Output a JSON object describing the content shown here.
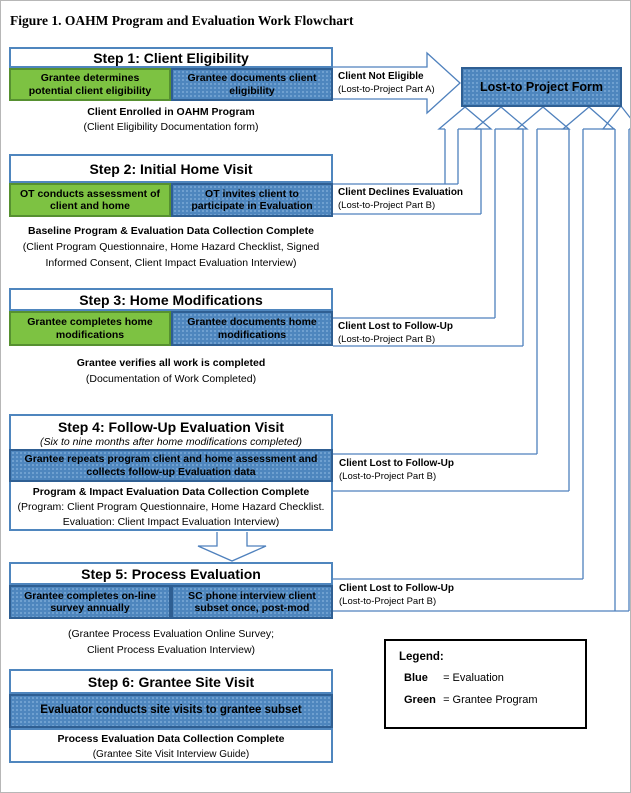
{
  "title": "Figure 1. OAHM Program and Evaluation Work Flowchart",
  "colors": {
    "blue_fill": "#4e86be",
    "blue_dot": "#7aa9d6",
    "blue_border": "#2f5f93",
    "blue_border_med": "#4f86be",
    "green_fill": "#7dc242",
    "green_border": "#569030",
    "line": "#4f81bd"
  },
  "lost_to_form": {
    "label": "Lost-to Project Form"
  },
  "steps": {
    "step1": {
      "title": "Step 1: Client Eligibility",
      "green_cell": "Grantee determines potential client eligibility",
      "blue_cell": "Grantee documents client eligibility",
      "caption_bold": "Client Enrolled in OAHM Program",
      "caption_sub": "(Client Eligibility Documentation form)",
      "callout_bold": "Client Not Eligible",
      "callout_sub": "(Lost-to-Project Part A)"
    },
    "step2": {
      "title": "Step 2: Initial Home Visit",
      "green_cell": "OT conducts assessment of client and home",
      "blue_cell": "OT invites client to participate in Evaluation",
      "caption_bold": "Baseline Program & Evaluation Data Collection Complete",
      "caption_sub1": "(Client Program Questionnaire, Home Hazard Checklist, Signed",
      "caption_sub2": "Informed Consent, Client Impact Evaluation Interview)",
      "callout_bold": "Client Declines Evaluation",
      "callout_sub": "(Lost-to-Project Part B)"
    },
    "step3": {
      "title": "Step 3: Home Modifications",
      "green_cell": "Grantee completes home modifications",
      "blue_cell": "Grantee documents home modifications",
      "caption_bold": "Grantee verifies all work is completed",
      "caption_sub": "(Documentation of Work Completed)",
      "callout_bold": "Client Lost to Follow-Up",
      "callout_sub": "(Lost-to-Project Part B)"
    },
    "step4": {
      "title": "Step 4: Follow-Up Evaluation Visit",
      "subtitle": "(Six to nine months after home modifications completed)",
      "blue_cell": "Grantee repeats program client and home assessment and collects follow-up Evaluation data",
      "caption_bold": "Program & Impact Evaluation Data Collection Complete",
      "caption_sub1": "(Program: Client Program Questionnaire, Home Hazard Checklist.",
      "caption_sub2": "Evaluation:  Client Impact Evaluation Interview)",
      "callout_bold": "Client Lost to Follow-Up",
      "callout_sub": "(Lost-to-Project Part B)"
    },
    "step5": {
      "title": "Step 5: Process Evaluation",
      "blue_cell_left": "Grantee completes on-line survey annually",
      "blue_cell_right": "SC phone interview client subset once, post-mod",
      "caption_sub1": "(Grantee Process Evaluation Online Survey;",
      "caption_sub2": "Client Process Evaluation Interview)",
      "callout_bold": "Client Lost to Follow-Up",
      "callout_sub": "(Lost-to-Project Part B)"
    },
    "step6": {
      "title": "Step 6: Grantee Site Visit",
      "blue_cell": "Evaluator conducts site visits to grantee subset",
      "caption_bold": "Process Evaluation Data Collection Complete",
      "caption_sub": "(Grantee Site Visit Interview Guide)"
    }
  },
  "legend": {
    "title": "Legend:",
    "items": [
      {
        "term": "Blue",
        "definition": "= Evaluation"
      },
      {
        "term": "Green",
        "definition": "= Grantee Program"
      }
    ]
  }
}
